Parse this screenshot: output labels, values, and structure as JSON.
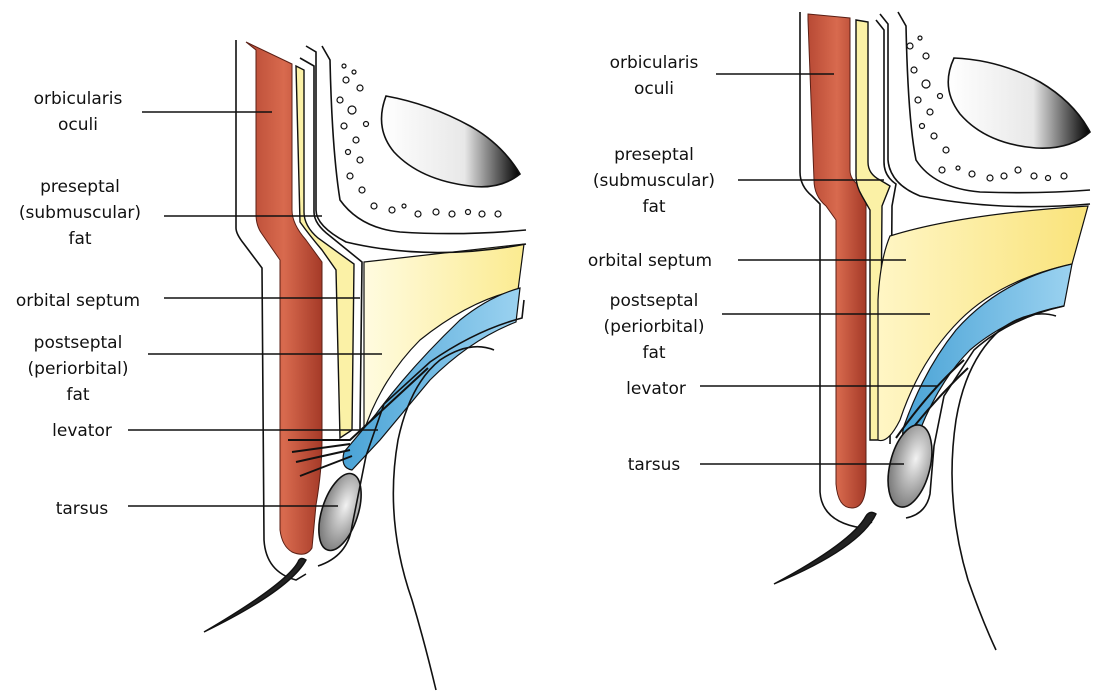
{
  "diagrams": [
    {
      "labels": [
        {
          "id": "orbicularis-oculi",
          "lines": [
            "orbicularis",
            "oculi"
          ]
        },
        {
          "id": "preseptal-fat",
          "lines": [
            "preseptal",
            "(submuscular)",
            "fat"
          ]
        },
        {
          "id": "orbital-septum",
          "lines": [
            "orbital septum"
          ]
        },
        {
          "id": "postseptal-fat",
          "lines": [
            "postseptal",
            "(periorbital)",
            "fat"
          ]
        },
        {
          "id": "levator",
          "lines": [
            "levator"
          ]
        },
        {
          "id": "tarsus",
          "lines": [
            "tarsus"
          ]
        }
      ]
    },
    {
      "labels": [
        {
          "id": "orbicularis-oculi",
          "lines": [
            "orbicularis",
            "oculi"
          ]
        },
        {
          "id": "preseptal-fat",
          "lines": [
            "preseptal",
            "(submuscular)",
            "fat"
          ]
        },
        {
          "id": "orbital-septum",
          "lines": [
            "orbital septum"
          ]
        },
        {
          "id": "postseptal-fat",
          "lines": [
            "postseptal",
            "(periorbital)",
            "fat"
          ]
        },
        {
          "id": "levator",
          "lines": [
            "levator"
          ]
        },
        {
          "id": "tarsus",
          "lines": [
            "tarsus"
          ]
        }
      ]
    }
  ],
  "colors": {
    "muscle": "#c8553d",
    "muscle_dark": "#a83a28",
    "fat": "#fbf1a6",
    "septum": "#f7e37a",
    "levator": "#69b6e0",
    "tarsus": "#9a9a9a",
    "bone": "#ffffff"
  }
}
